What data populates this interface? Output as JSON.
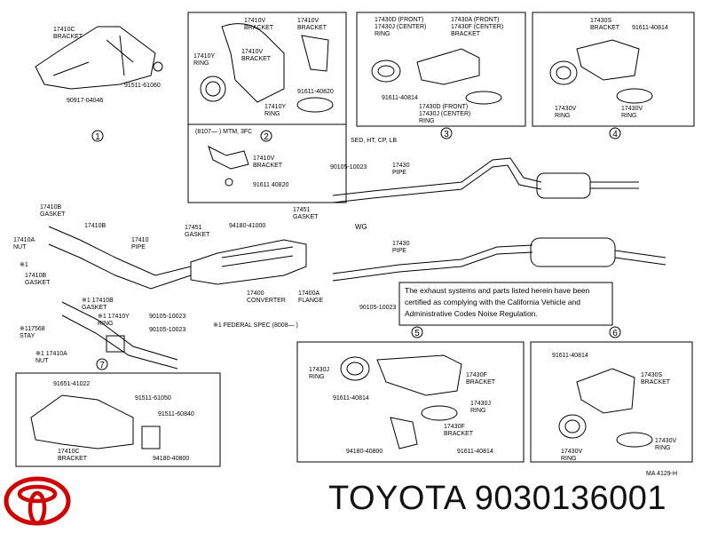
{
  "brand": "TOYOTA",
  "part_number": "9030136001",
  "drawing_id": "MA 4129-H",
  "note_lines": [
    "The exhaust systems and parts listed herein have been",
    "certified as complying with the California Vehicle and",
    "Administrative Codes Noise Regulation."
  ],
  "labels": {
    "p17410c": "17410C",
    "bracket": "BRACKET",
    "p9151161060": "91511-61060",
    "p9091704046": "90917-04046",
    "p17410v": "17410V",
    "ring": "RING",
    "p17410y": "17410Y",
    "p9161140820": "91611-40820",
    "p9161140820b": "91611 40820",
    "p8107": "(8107—     ) MTM, 3FC",
    "p17430d_front": "17430D (FRONT)",
    "p17430a_front": "17430A (FRONT)",
    "p17430j_center": "17430J (CENTER)",
    "p17430f_center": "17430F (CENTER)",
    "p9161140814": "91611-40814",
    "p17430d_front2": "17430D (FRONT)",
    "p17430j_center2": "17430J (CENTER)",
    "p17430s": "17430S",
    "p17430v": "17430V",
    "sed": "SED, HT, CP, LB",
    "wg": "WG",
    "p9010510023": "90105-10023",
    "p17430": "17430",
    "pipe": "PIPE",
    "p17410b": "17410B",
    "gasket": "GASKET",
    "p17410a": "17410A",
    "nut": "NUT",
    "p17410": "17410",
    "p17451": "17451",
    "p9418041000": "94180-41000",
    "p17400": "17400",
    "converter": "CONVERTER",
    "p17400a": "17400A",
    "flange": "FLANGE",
    "federal": "※1 FEDERAL SPEC  (8008—     )",
    "star1": "※1",
    "p17410b2": "※1 17410B",
    "p17410y2": "※1 17410Y",
    "p117568": "※117568",
    "stay": "STAY",
    "p17410a2": "※1 17410A",
    "p9165141022": "91651-41022",
    "p9151161050": "91511-61050",
    "p9151160840": "91511-60840",
    "p9418040800": "94180-40800",
    "p17430j": "17430J",
    "p17430f": "17430F",
    "p17430f2": "17430F",
    "p17430j2": "17430J"
  },
  "callouts": [
    "1",
    "2",
    "3",
    "4",
    "5",
    "6",
    "7"
  ]
}
